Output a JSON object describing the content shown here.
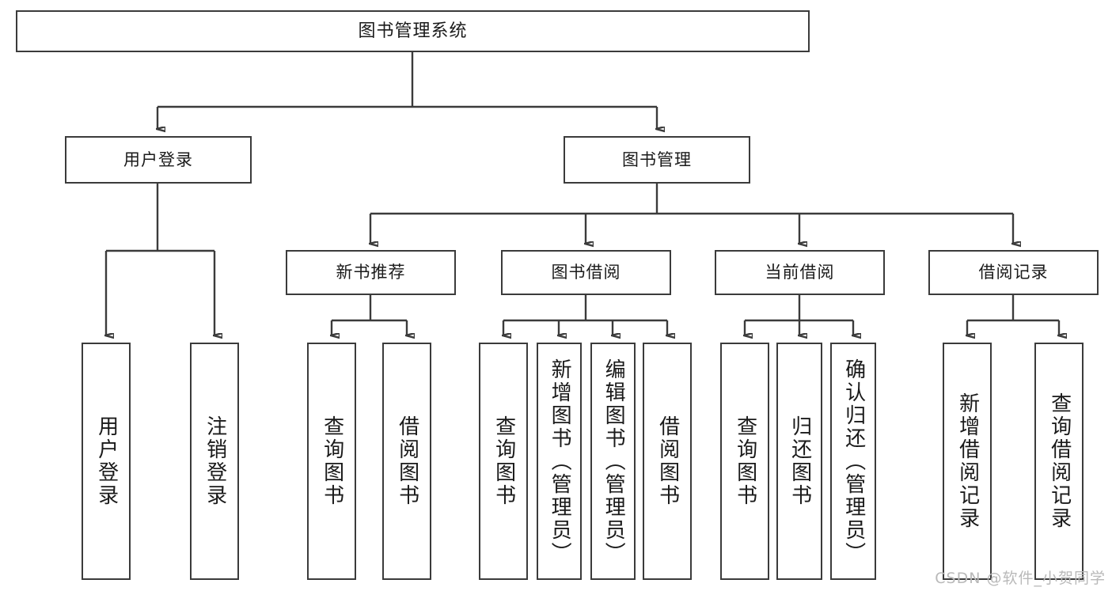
{
  "diagram": {
    "type": "tree",
    "title": "图书管理系统",
    "watermark": "CSDN @软件_小贺同学",
    "colors": {
      "border": "#3b3b3b",
      "background": "#ffffff",
      "text": "#1a1a1a",
      "watermark": "#b9b9b9"
    },
    "nodes": {
      "root": {
        "label": "图书管理系统"
      },
      "level2": [
        {
          "label": "用户登录"
        },
        {
          "label": "图书管理"
        }
      ],
      "level3": [
        {
          "label": "新书推荐"
        },
        {
          "label": "图书借阅"
        },
        {
          "label": "当前借阅"
        },
        {
          "label": "借阅记录"
        }
      ],
      "leaves_user_login": [
        {
          "label": "用户登录"
        },
        {
          "label": "注销登录"
        }
      ],
      "leaves_new_books": [
        {
          "label": "查询图书"
        },
        {
          "label": "借阅图书"
        }
      ],
      "leaves_borrow": [
        {
          "label": "查询图书"
        },
        {
          "label": "新增图书（管理员）"
        },
        {
          "label": "编辑图书（管理员）"
        },
        {
          "label": "借阅图书"
        }
      ],
      "leaves_current": [
        {
          "label": "查询图书"
        },
        {
          "label": "归还图书"
        },
        {
          "label": "确认归还（管理员）"
        }
      ],
      "leaves_records": [
        {
          "label": "新增借阅记录"
        },
        {
          "label": "查询借阅记录"
        }
      ]
    }
  }
}
